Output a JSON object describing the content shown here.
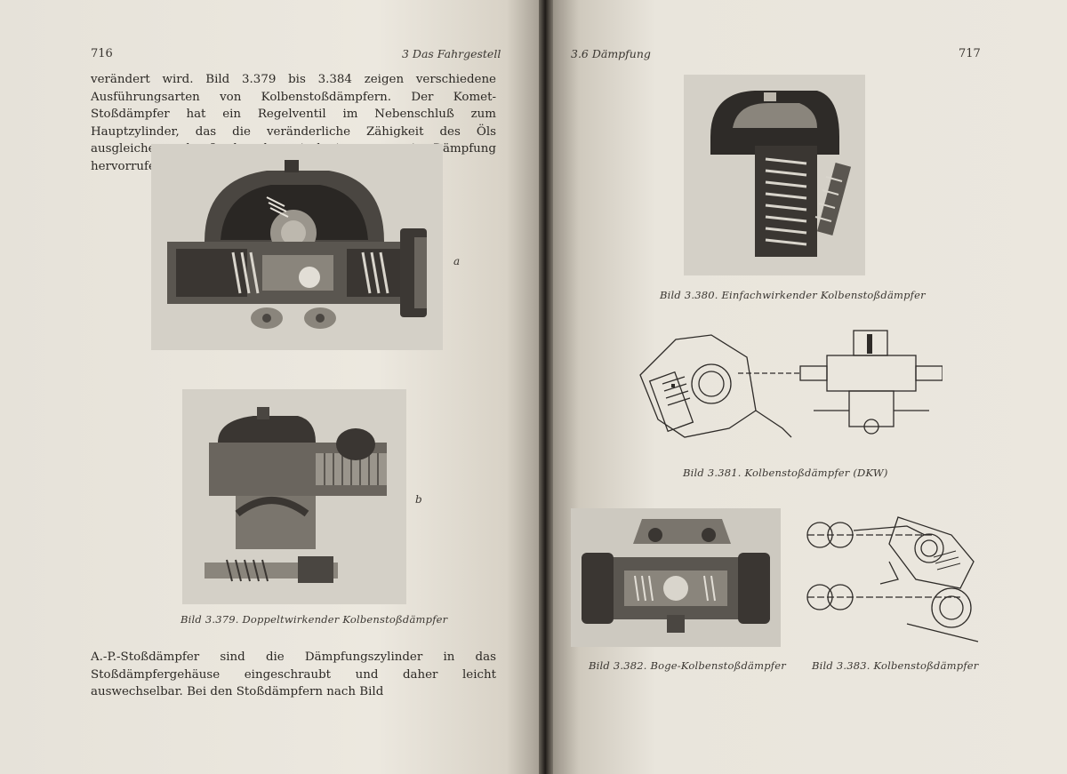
{
  "left_page": {
    "page_number": "716",
    "running_header": "3 Das Fahrgestell",
    "top_paragraph": "verändert wird. Bild 3.379 bis 3.384 zeigen verschiedene Ausführungsarten von Kolbenstoßdämpfern. Der Komet-Stoßdämpfer hat ein Regelventil im Nebenschluß zum Hauptzylinder, das die veränderliche Zähigkeit des Öls ausgleichen und außerdem dynamisch eine progressive Dämpfung hervorrufen soll. Beim",
    "figure_a_label": "a",
    "figure_b_label": "b",
    "figure_caption": "Bild 3.379. Doppeltwirkender Kolbenstoßdämpfer",
    "bottom_paragraph": "A.-P.-Stoßdämpfer sind die Dämpfungszylinder in das Stoßdämpfergehäuse eingeschraubt und daher leicht auswechselbar. Bei den Stoßdämpfern nach Bild"
  },
  "right_page": {
    "running_header": "3.6 Dämpfung",
    "page_number": "717",
    "caption_380": "Bild 3.380. Einfachwirkender Kolbenstoßdämpfer",
    "caption_381": "Bild 3.381. Kolbenstoßdämpfer (DKW)",
    "caption_382": "Bild 3.382. Boge-Kolbenstoßdämpfer",
    "caption_383": "Bild 3.383. Kolbenstoßdämpfer"
  }
}
